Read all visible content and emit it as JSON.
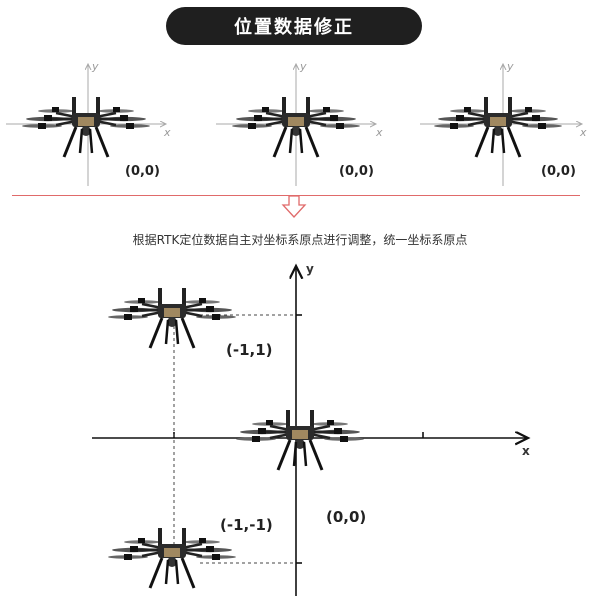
{
  "title": "位置数据修正",
  "caption": "根据RTK定位数据自主对坐标系原点进行调整，统一坐标系原点",
  "top_panels": [
    {
      "coord": "(0,0)",
      "x_axis": "x",
      "y_axis": "y"
    },
    {
      "coord": "(0,0)",
      "x_axis": "x",
      "y_axis": "y"
    },
    {
      "coord": "(0,0)",
      "x_axis": "x",
      "y_axis": "y"
    }
  ],
  "bottom": {
    "x_axis": "x",
    "y_axis": "y",
    "labels": {
      "upper_left": "(-1,1)",
      "origin": "(0,0)",
      "lower_left": "(-1,-1)"
    }
  },
  "colors": {
    "pill_bg": "#1f1f1f",
    "divider": "#e06a6a",
    "arrow": "#e06a6a",
    "axis_light": "#a8a8a8",
    "axis_dark": "#111111"
  }
}
